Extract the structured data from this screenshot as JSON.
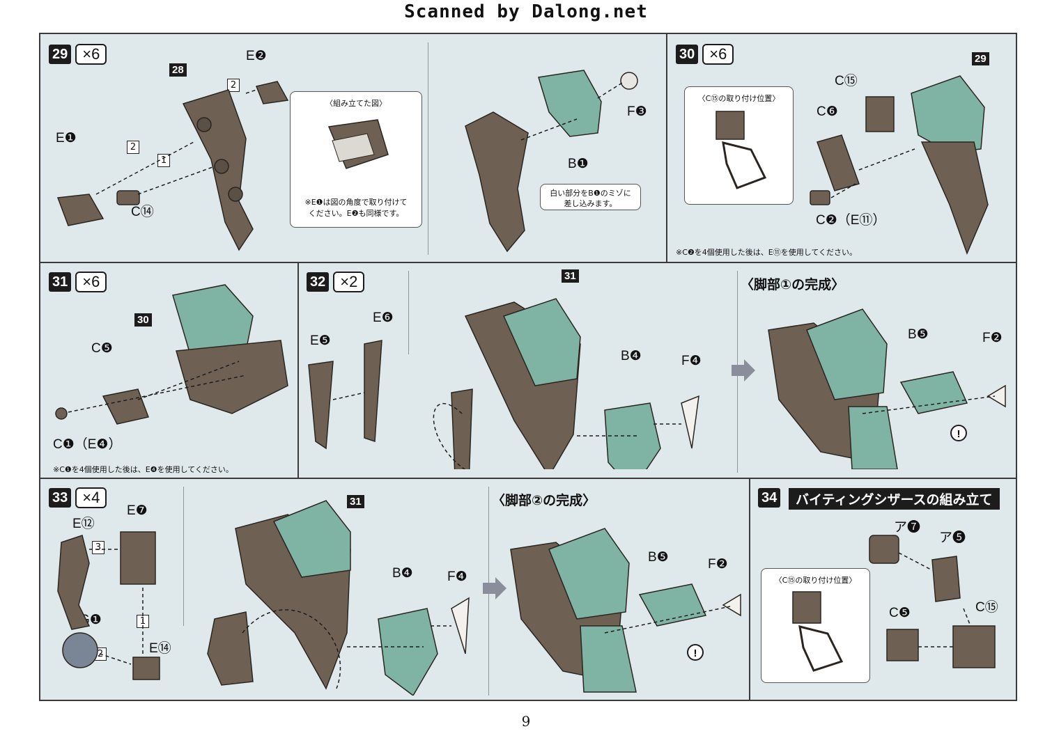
{
  "watermark": "Scanned by Dalong.net",
  "page_number": "9",
  "steps": {
    "s29": {
      "num": "29",
      "mult": "×6",
      "labels": {
        "e2": "E❷",
        "e1": "E❶",
        "c14": "C⑭",
        "ref28": "28",
        "n1": "1",
        "n2a": "2",
        "n2b": "2",
        "f3": "F❸",
        "b1": "B❶"
      },
      "callout_title": "〈組み立てた図〉",
      "callout_note_1": "※E❶は図の角度で取り付けて",
      "callout_note_2": "ください。E❷も同様です。",
      "hint_1": "白い部分をB❶のミゾに",
      "hint_2": "差し込みます。"
    },
    "s30": {
      "num": "30",
      "mult": "×6",
      "labels": {
        "c15": "C⑮",
        "c6": "C❻",
        "c2": "C❷（E⑪）",
        "ref29": "29"
      },
      "callout_title": "〈C⑮の取り付け位置〉",
      "note": "※C❷を4個使用した後は、E⑪を使用してください。"
    },
    "s31": {
      "num": "31",
      "mult": "×6",
      "labels": {
        "ref30": "30",
        "c5": "C❺",
        "c1": "C❶（E❹）"
      },
      "note": "※C❶を4個使用した後は、E❹を使用してください。"
    },
    "s32": {
      "num": "32",
      "mult": "×2",
      "labels": {
        "e5": "E❺",
        "e6": "E❻",
        "ref31": "31",
        "b4": "B❹",
        "f4": "F❹"
      },
      "complete_heading": "〈脚部①の完成〉",
      "complete_labels": {
        "b5": "B❺",
        "f2": "F❷"
      }
    },
    "s33": {
      "num": "33",
      "mult": "×4",
      "labels": {
        "e12": "E⑫",
        "e7": "E❼",
        "g1": "G❶",
        "e14": "E⑭",
        "n3": "3",
        "n1": "1",
        "n2": "2",
        "ref31": "31",
        "b4": "B❹",
        "f4": "F❹"
      },
      "complete_heading": "〈脚部②の完成〉",
      "complete_labels": {
        "b5": "B❺",
        "f2": "F❷"
      }
    },
    "s34": {
      "num": "34",
      "title": "バイティングシザースの組み立て",
      "callout_title": "〈C⑮の取り付け位置〉",
      "labels": {
        "a7": "ア❼",
        "a5": "ア❺",
        "c5": "C❺",
        "c15": "C⑮"
      }
    }
  },
  "colors": {
    "panel_bg": "#dfe8ea",
    "part_brown": "#6e6153",
    "part_mint": "#7fb3a3",
    "ink": "#1c1c1c"
  }
}
